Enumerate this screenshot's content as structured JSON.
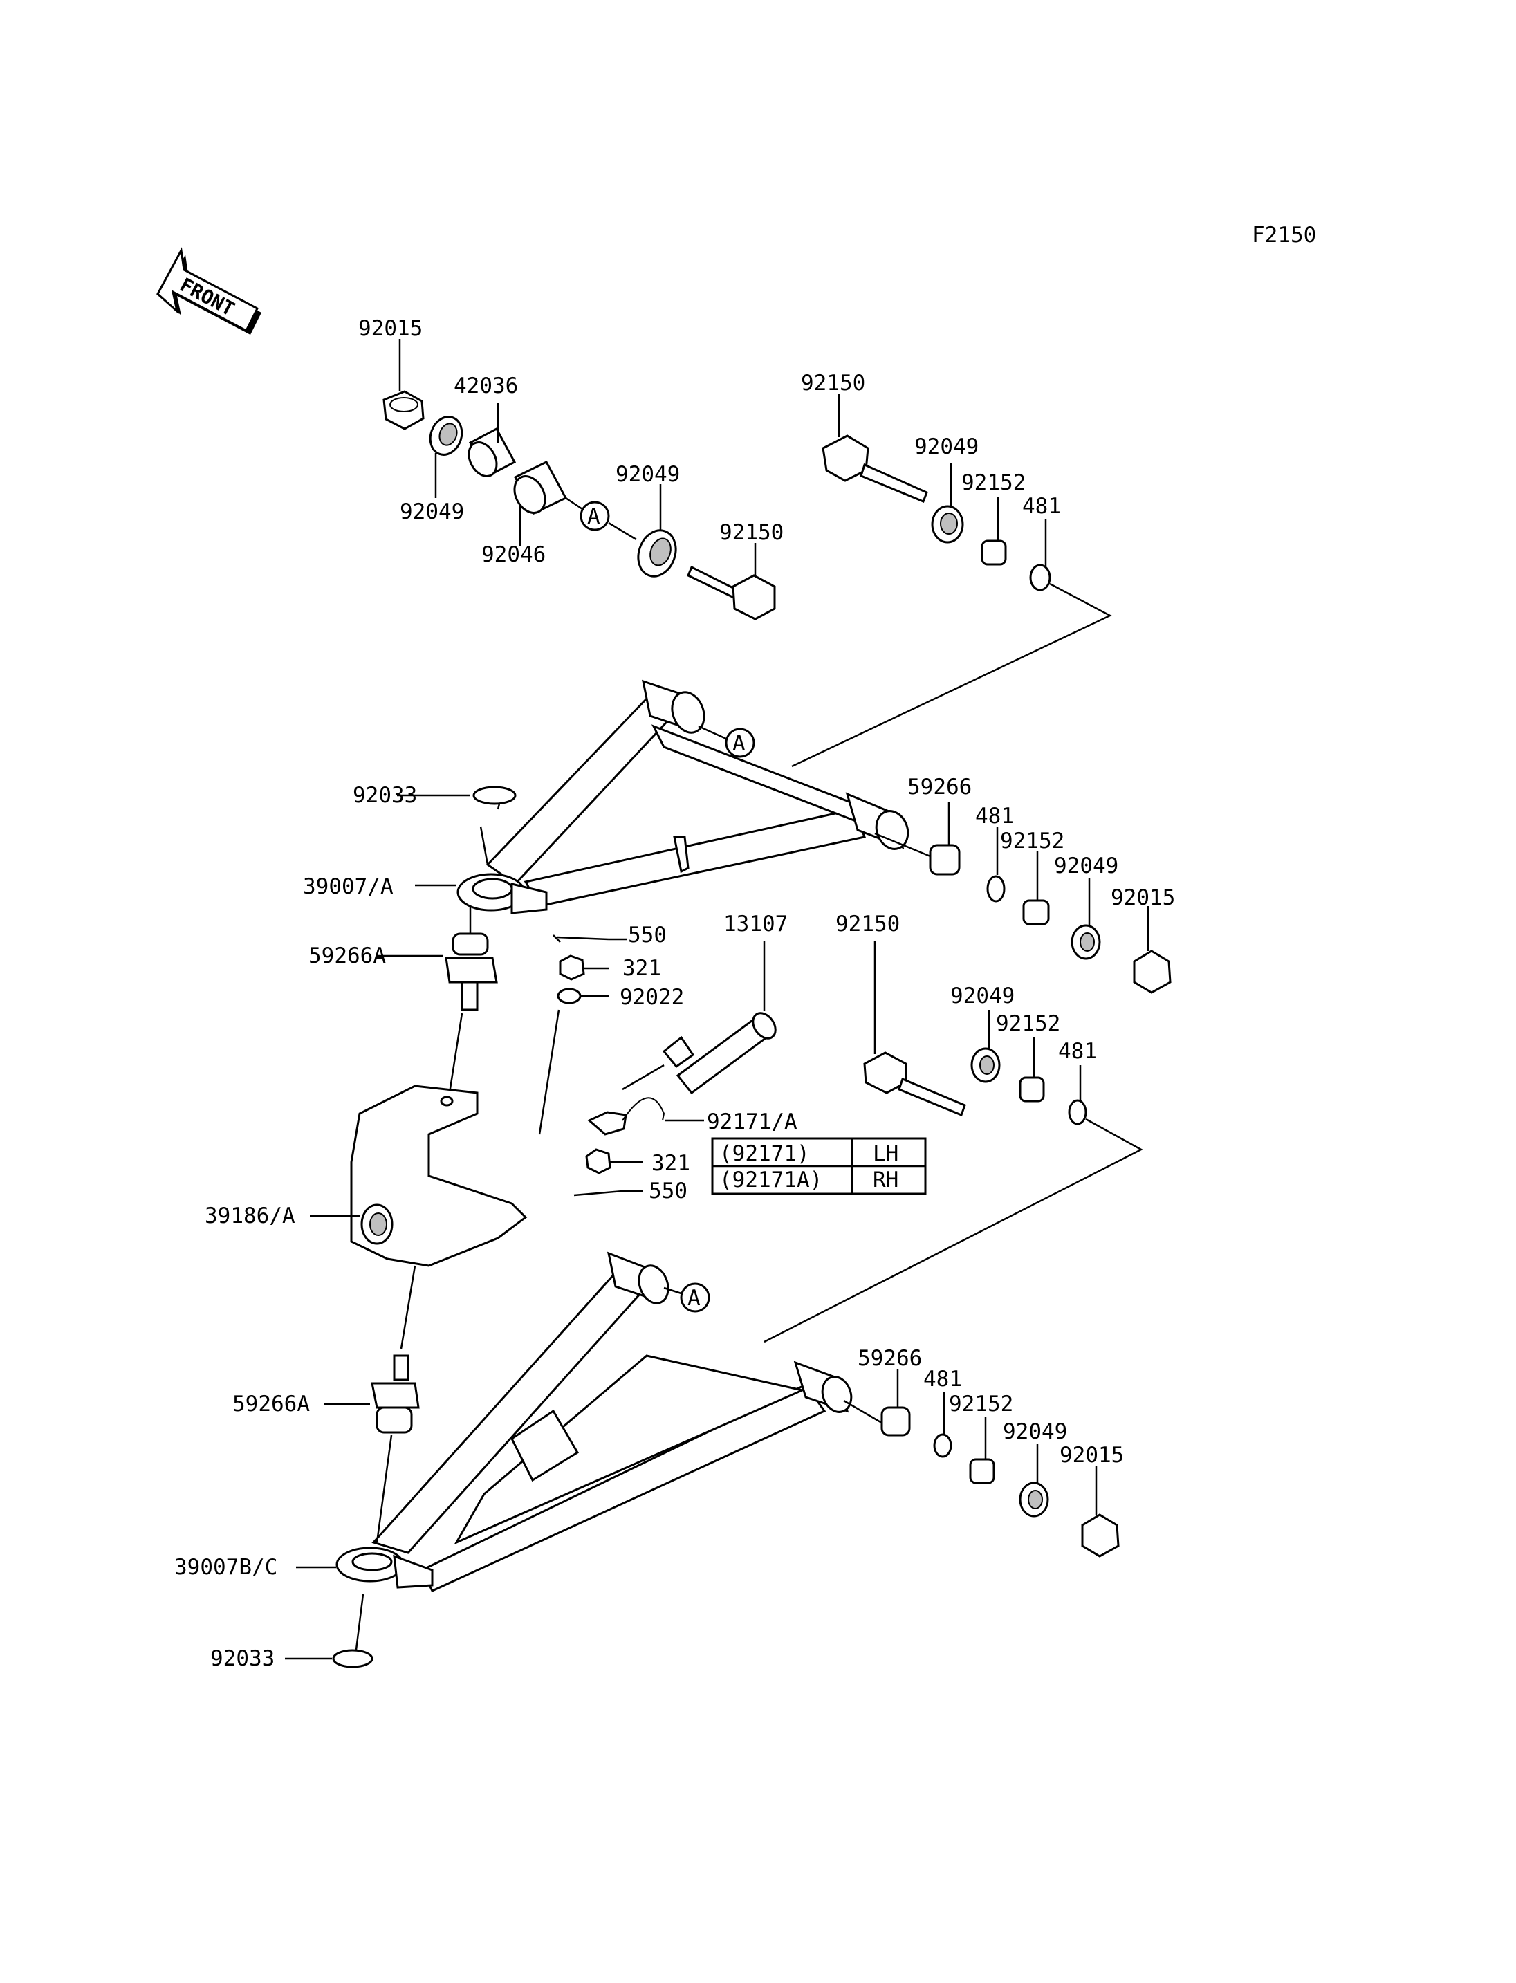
{
  "figure_code": "F2150",
  "front_label": "FRONT",
  "ref_marker": "A",
  "callouts": [
    "92015",
    "42036",
    "92049",
    "92046",
    "92049",
    "92150",
    "92150",
    "92049",
    "92152",
    "481",
    "92033",
    "39007/A",
    "59266A",
    "550",
    "321",
    "92022",
    "13107",
    "92150",
    "92049",
    "92152",
    "481",
    "59266",
    "481",
    "92152",
    "92049",
    "92015",
    "92171/A",
    "321",
    "550",
    "39186/A",
    "59266",
    "481",
    "92152",
    "92049",
    "92015",
    "59266A",
    "39007B/C",
    "92033"
  ],
  "legend_table": {
    "rows": [
      {
        "part": "(92171)",
        "side": "LH"
      },
      {
        "part": "(92171A)",
        "side": "RH"
      }
    ]
  }
}
